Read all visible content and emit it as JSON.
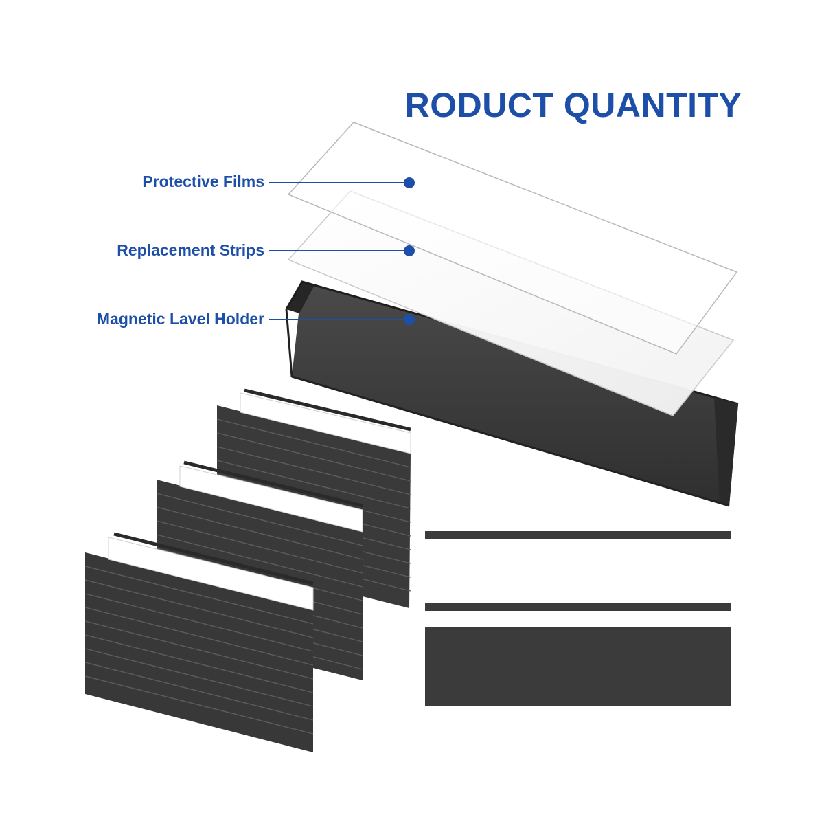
{
  "title": "RODUCT QUANTITY",
  "callouts": [
    {
      "label": "Protective Films"
    },
    {
      "label": "Replacement Strips"
    },
    {
      "label": "Magnetic Lavel Holder"
    }
  ],
  "colors": {
    "accent_blue": "#1d4fa8",
    "holder_black": "#3b3b3b",
    "background": "#ffffff"
  },
  "stacks": {
    "count": 3
  }
}
